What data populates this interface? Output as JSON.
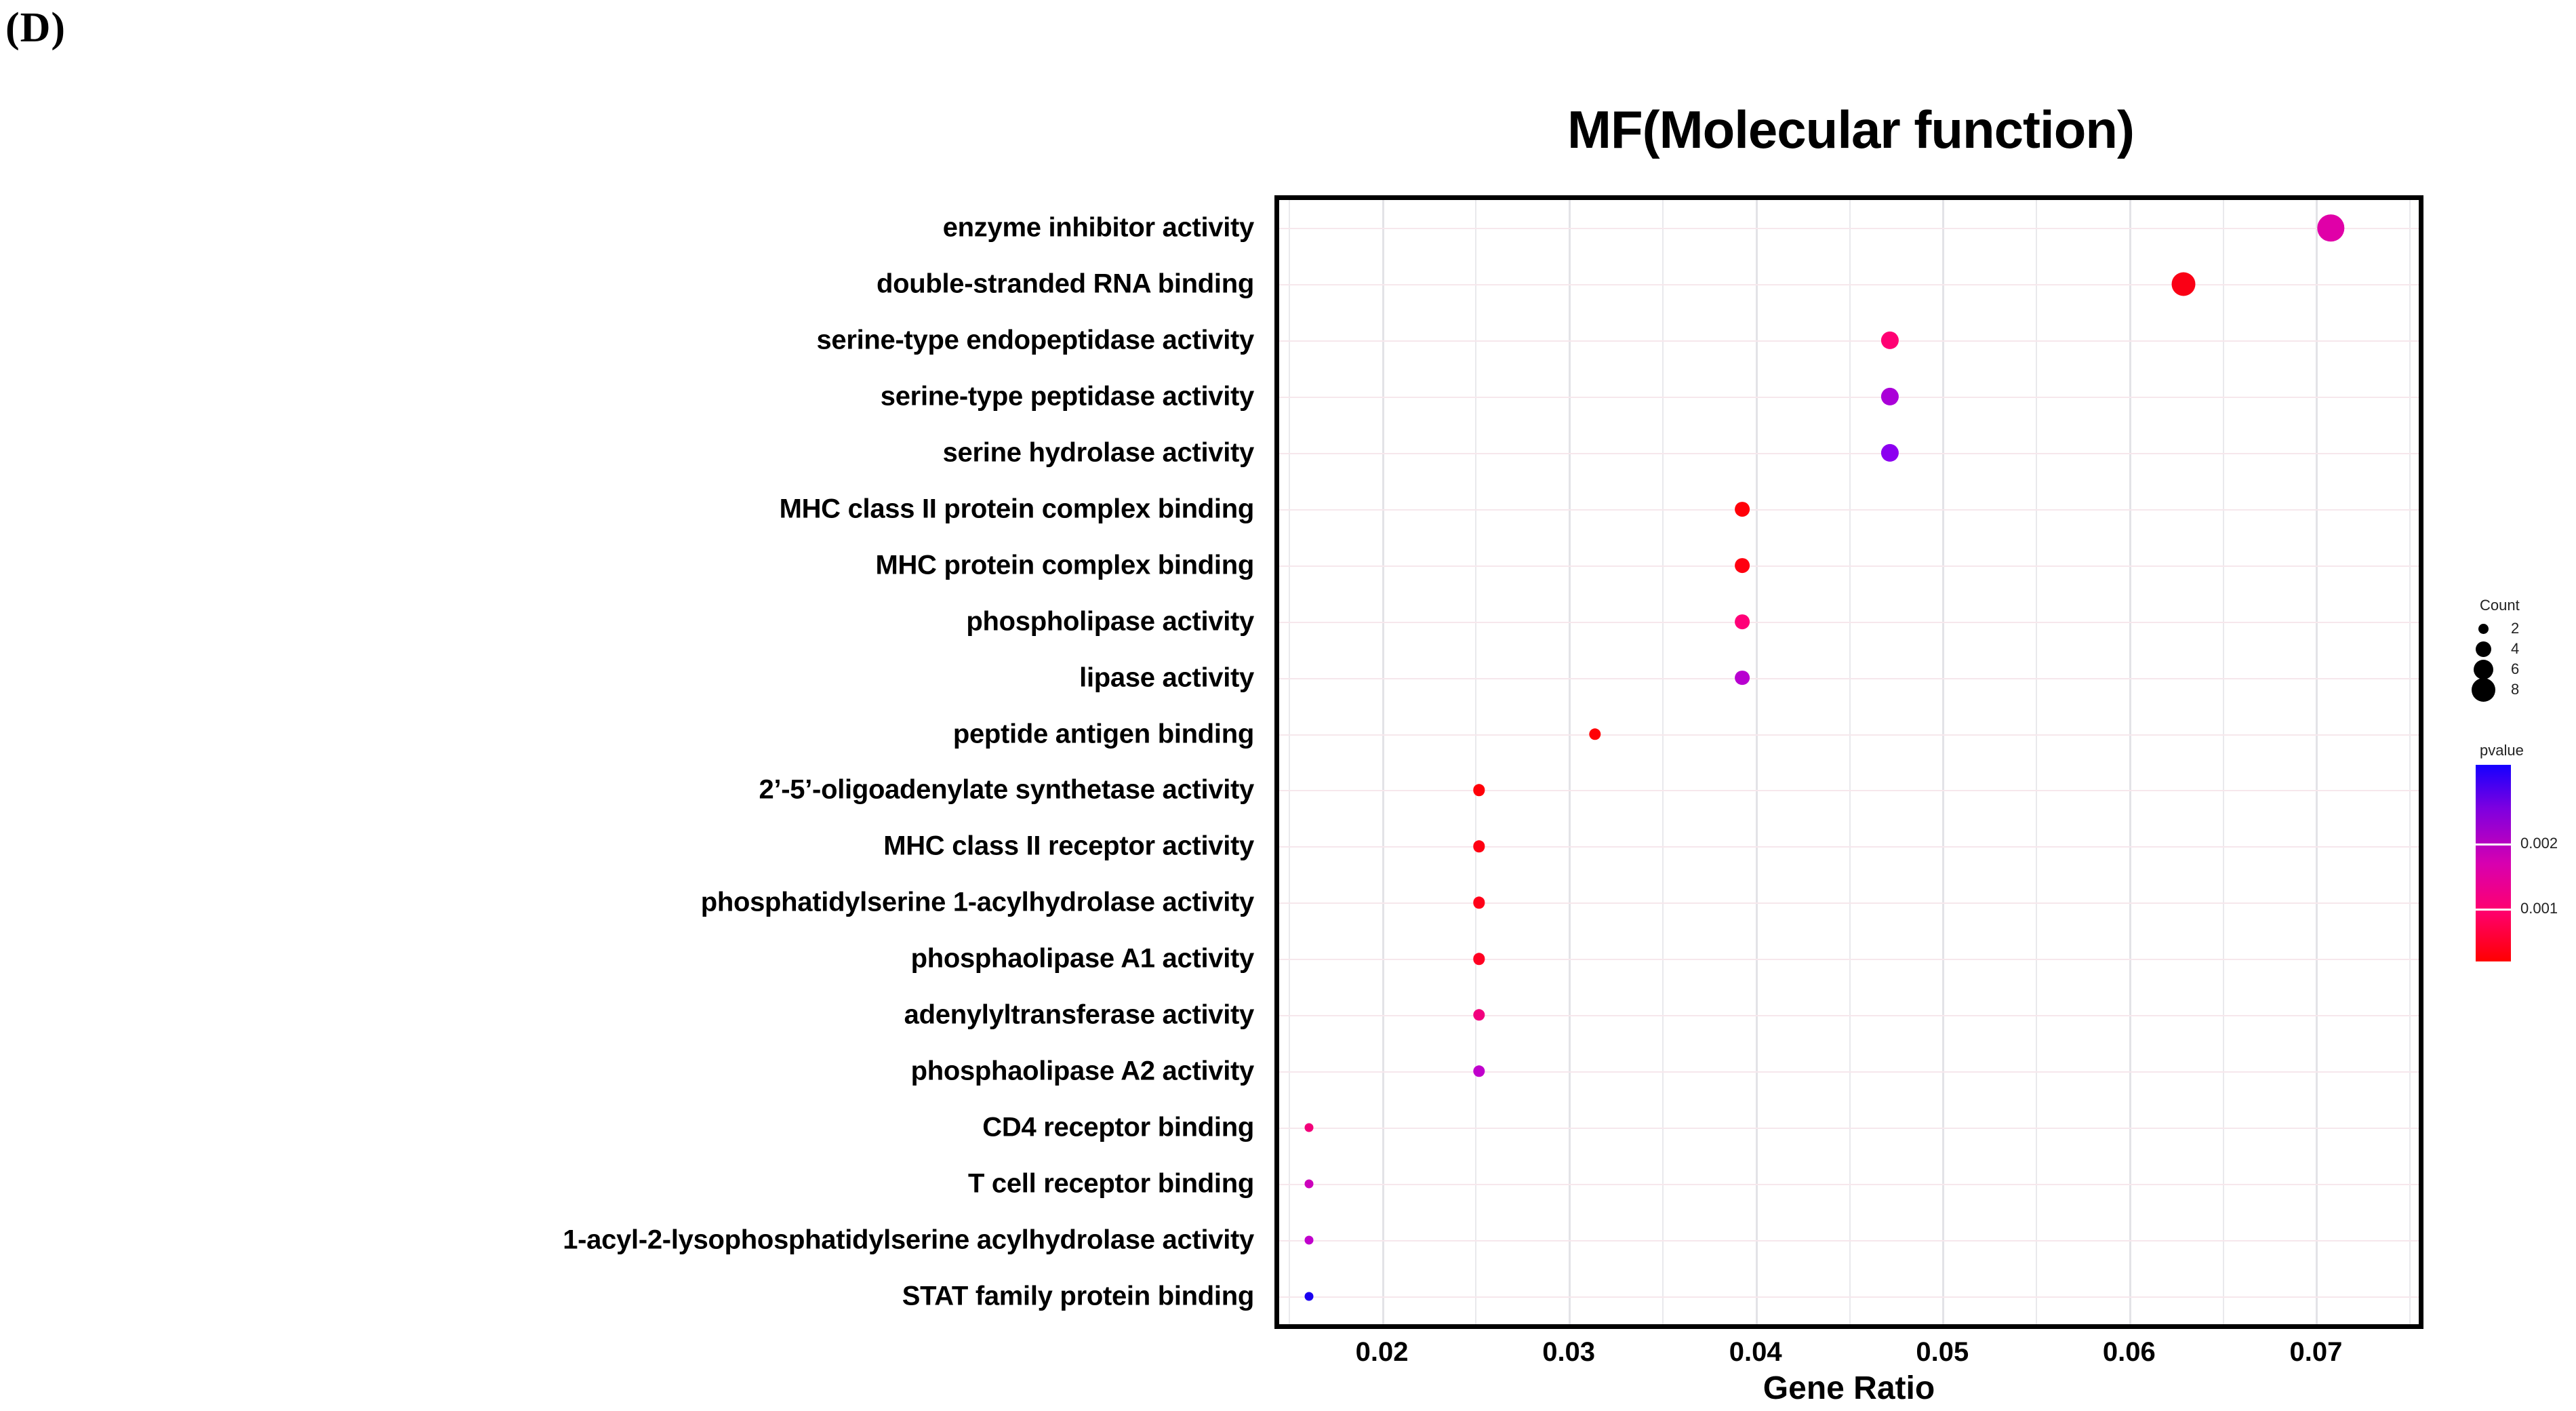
{
  "panel_label": "(D)",
  "chart_data": {
    "type": "scatter",
    "title": "MF(Molecular function)",
    "xlabel": "Gene Ratio",
    "ylabel": "",
    "xlim": [
      0.0145,
      0.0755
    ],
    "xticks": [
      0.02,
      0.03,
      0.04,
      0.05,
      0.06,
      0.07
    ],
    "xtick_labels": [
      "0.02",
      "0.03",
      "0.04",
      "0.05",
      "0.06",
      "0.07"
    ],
    "grid": true,
    "legend_position": "right",
    "categories": [
      "enzyme inhibitor activity",
      "double-stranded RNA binding",
      "serine-type endopeptidase activity",
      "serine-type peptidase activity",
      "serine hydrolase activity",
      "MHC class II protein complex binding",
      "MHC protein complex binding",
      "phospholipase activity",
      "lipase activity",
      "peptide antigen binding",
      "2’-5’-oligoadenylate synthetase activity",
      "MHC class II receptor activity",
      "phosphatidylserine 1-acylhydrolase activity",
      "phosphaolipase A1 activity",
      "adenylyltransferase activity",
      "phosphaolipase A2 activity",
      "CD4 receptor binding",
      "T cell receptor binding",
      "1-acyl-2-lysophosphatidylserine acylhydrolase activity",
      "STAT family protein binding"
    ],
    "points": [
      {
        "term": "enzyme inhibitor activity",
        "gene_ratio": 0.0708,
        "count": 8,
        "pvalue": 0.0015,
        "color": "#e000a8"
      },
      {
        "term": "double-stranded RNA binding",
        "gene_ratio": 0.0629,
        "count": 7,
        "pvalue": 0.0004,
        "color": "#fa0015"
      },
      {
        "term": "serine-type endopeptidase activity",
        "gene_ratio": 0.0472,
        "count": 5,
        "pvalue": 0.0011,
        "color": "#ff0073"
      },
      {
        "term": "serine-type peptidase activity",
        "gene_ratio": 0.0472,
        "count": 5,
        "pvalue": 0.0019,
        "color": "#aa00d8"
      },
      {
        "term": "serine hydrolase activity",
        "gene_ratio": 0.0472,
        "count": 5,
        "pvalue": 0.0021,
        "color": "#8c00f0"
      },
      {
        "term": "MHC class II protein complex binding",
        "gene_ratio": 0.0393,
        "count": 4,
        "pvalue": 0.0003,
        "color": "#ff0008"
      },
      {
        "term": "MHC protein complex binding",
        "gene_ratio": 0.0393,
        "count": 4,
        "pvalue": 0.0004,
        "color": "#ff0010"
      },
      {
        "term": "phospholipase activity",
        "gene_ratio": 0.0393,
        "count": 4,
        "pvalue": 0.0012,
        "color": "#ff0078"
      },
      {
        "term": "lipase activity",
        "gene_ratio": 0.0393,
        "count": 4,
        "pvalue": 0.0019,
        "color": "#b800d0"
      },
      {
        "term": "peptide antigen binding",
        "gene_ratio": 0.0314,
        "count": 3,
        "pvalue": 0.0003,
        "color": "#ff0005"
      },
      {
        "term": "2’-5’-oligoadenylate synthetase activity",
        "gene_ratio": 0.0252,
        "count": 3,
        "pvalue": 0.0003,
        "color": "#ff0008"
      },
      {
        "term": "MHC class II receptor activity",
        "gene_ratio": 0.0252,
        "count": 3,
        "pvalue": 0.0004,
        "color": "#ff0012"
      },
      {
        "term": "phosphatidylserine 1-acylhydrolase activity",
        "gene_ratio": 0.0252,
        "count": 3,
        "pvalue": 0.0005,
        "color": "#ff0018"
      },
      {
        "term": "phosphaolipase A1 activity",
        "gene_ratio": 0.0252,
        "count": 3,
        "pvalue": 0.0006,
        "color": "#ff0022"
      },
      {
        "term": "adenylyltransferase activity",
        "gene_ratio": 0.0252,
        "count": 3,
        "pvalue": 0.0012,
        "color": "#f2007e"
      },
      {
        "term": "phosphaolipase A2 activity",
        "gene_ratio": 0.0252,
        "count": 3,
        "pvalue": 0.0019,
        "color": "#c000cc"
      },
      {
        "term": "CD4 receptor binding",
        "gene_ratio": 0.0161,
        "count": 2,
        "pvalue": 0.0011,
        "color": "#f2007a"
      },
      {
        "term": "T cell receptor binding",
        "gene_ratio": 0.0161,
        "count": 2,
        "pvalue": 0.0017,
        "color": "#cc00bb"
      },
      {
        "term": "1-acyl-2-lysophosphatidylserine acylhydrolase activity",
        "gene_ratio": 0.0161,
        "count": 2,
        "pvalue": 0.0019,
        "color": "#c000cc"
      },
      {
        "term": "STAT family protein binding",
        "gene_ratio": 0.0161,
        "count": 2,
        "pvalue": 0.0027,
        "color": "#1a00f0"
      }
    ]
  },
  "legend": {
    "size": {
      "title": "Count",
      "entries": [
        {
          "label": "2",
          "value": 2,
          "px": 15
        },
        {
          "label": "4",
          "value": 4,
          "px": 23
        },
        {
          "label": "6",
          "value": 6,
          "px": 29
        },
        {
          "label": "8",
          "value": 8,
          "px": 35
        }
      ]
    },
    "color": {
      "title": "pvalue",
      "ticks": [
        {
          "label": "0.002",
          "value": 0.002,
          "pos": 0.4
        },
        {
          "label": "0.001",
          "value": 0.001,
          "pos": 0.73
        }
      ],
      "gradient_top_color": "#1500ff",
      "gradient_bottom_color": "#ff0000"
    }
  }
}
